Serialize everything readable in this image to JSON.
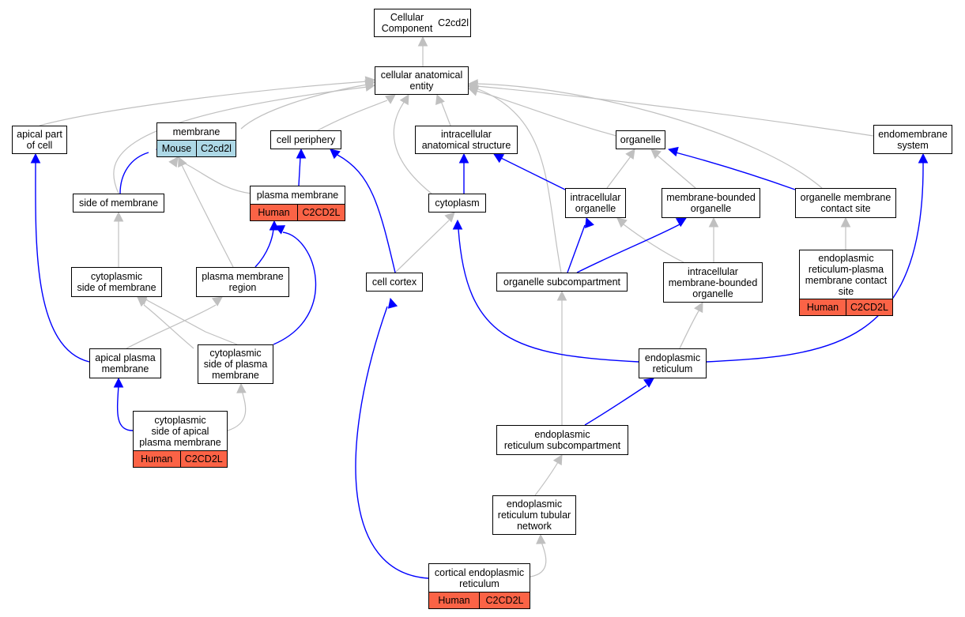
{
  "graph": {
    "root": {
      "line1": "Cellular Component",
      "line2": "C2cd2l"
    },
    "nodes": {
      "cae": "cellular anatomical\nentity",
      "apical_part": "apical part\nof cell",
      "membrane": "membrane",
      "cell_periphery": "cell periphery",
      "ias": "intracellular\nanatomical structure",
      "organelle": "organelle",
      "endomembrane": "endomembrane\nsystem",
      "side_membrane": "side of membrane",
      "plasma_membrane": "plasma membrane",
      "cytoplasm": "cytoplasm",
      "intra_organelle": "intracellular\norganelle",
      "mb_organelle": "membrane-bounded\norganelle",
      "omcs": "organelle membrane\ncontact site",
      "cyto_side_membrane": "cytoplasmic\nside of membrane",
      "pm_region": "plasma membrane\nregion",
      "cell_cortex": "cell cortex",
      "organelle_subcomp": "organelle subcompartment",
      "intra_mb_organelle": "intracellular\nmembrane-bounded\norganelle",
      "er_pm_contact": "endoplasmic\nreticulum-plasma\nmembrane contact\nsite",
      "apical_pm": "apical plasma\nmembrane",
      "cyto_side_pm": "cytoplasmic\nside of plasma\nmembrane",
      "er": "endoplasmic\nreticulum",
      "cyto_side_apical_pm": "cytoplasmic\nside of apical\nplasma membrane",
      "er_subcomp": "endoplasmic\nreticulum subcompartment",
      "er_tubular": "endoplasmic\nreticulum tubular\nnetwork",
      "cortical_er": "cortical endoplasmic\nreticulum"
    },
    "annotations": {
      "membrane": {
        "species": "Mouse",
        "gene": "C2cd2l"
      },
      "plasma_membrane": {
        "species": "Human",
        "gene": "C2CD2L"
      },
      "er_pm_contact": {
        "species": "Human",
        "gene": "C2CD2L"
      },
      "cyto_side_apical_pm": {
        "species": "Human",
        "gene": "C2CD2L"
      },
      "cortical_er": {
        "species": "Human",
        "gene": "C2CD2L"
      }
    },
    "colors": {
      "is_a_edge": "#c0c0c0",
      "part_of_edge": "#0000ff",
      "human_fill": "#fb6346",
      "mouse_fill": "#add8e6"
    }
  }
}
